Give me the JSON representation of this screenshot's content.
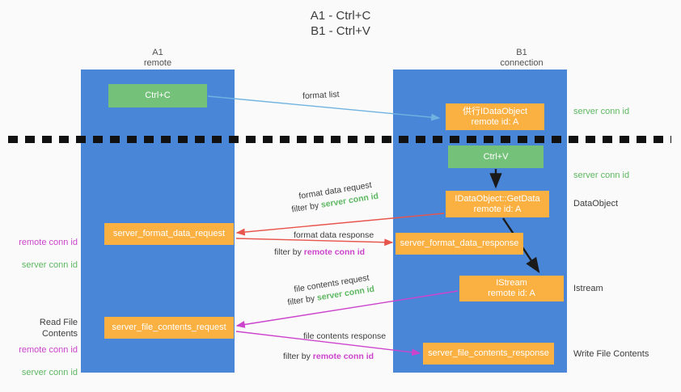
{
  "title": "A1 - Ctrl+C\nB1 - Ctrl+V",
  "columns": {
    "left": {
      "name": "A1",
      "role": "remote",
      "label": "A1\nremote"
    },
    "right": {
      "name": "B1",
      "role": "connection",
      "label": "B1\nconnection"
    }
  },
  "colors": {
    "lane": "#4a86d8",
    "green_box": "#74c279",
    "orange_box": "#fbb042",
    "server_conn": "#5db761",
    "remote_conn": "#cc44cc",
    "arrow_blue": "#6fb3e0",
    "arrow_red": "#e8554d",
    "arrow_magenta": "#cc44cc",
    "arrow_black": "#1a1a1a",
    "divider": "#111111",
    "background": "#fafafa"
  },
  "nodes": {
    "ctrl_c": {
      "text": "Ctrl+C",
      "kind": "green"
    },
    "clipboard_dataobject": {
      "text": "供行IDataObject\nremote id: A",
      "kind": "orange"
    },
    "ctrl_v": {
      "text": "Ctrl+V",
      "kind": "green"
    },
    "get_data": {
      "text": "IDataObject::GetData\nremote id: A",
      "kind": "orange"
    },
    "server_format_data_request": {
      "text": "server_format_data_request",
      "kind": "orange"
    },
    "server_format_data_response": {
      "text": "server_format_data_response",
      "kind": "orange"
    },
    "istream": {
      "text": "IStream\nremote id: A",
      "kind": "orange"
    },
    "server_file_contents_request": {
      "text": "server_file_contents_request",
      "kind": "orange"
    },
    "server_file_contents_response": {
      "text": "server_file_contents_response",
      "kind": "orange"
    }
  },
  "side_labels": {
    "server_conn_id_top": "server conn id",
    "server_conn_id_mid": "server conn id",
    "dataobject": "DataObject",
    "istream": "Istream",
    "write_file_contents": "Write File Contents",
    "read_file_contents": "Read File Contents",
    "left_conn_1": {
      "remote": "remote conn id",
      "server": "server conn id"
    },
    "left_conn_2": {
      "remote": "remote conn id",
      "server": "server conn id"
    }
  },
  "flows": {
    "format_list": "format list",
    "format_data_request": "format data request",
    "format_data_request_filter_prefix": "filter by ",
    "format_data_request_filter_value": "server conn id",
    "format_data_response": "format data response",
    "format_data_response_filter_prefix": "filter by ",
    "format_data_response_filter_value": "remote conn id",
    "file_contents_request": "file contents request",
    "file_contents_request_filter_prefix": "filter by ",
    "file_contents_request_filter_value": "server conn id",
    "file_contents_response": "file contents response",
    "file_contents_response_filter_prefix": "filter by ",
    "file_contents_response_filter_value": "remote conn id"
  }
}
